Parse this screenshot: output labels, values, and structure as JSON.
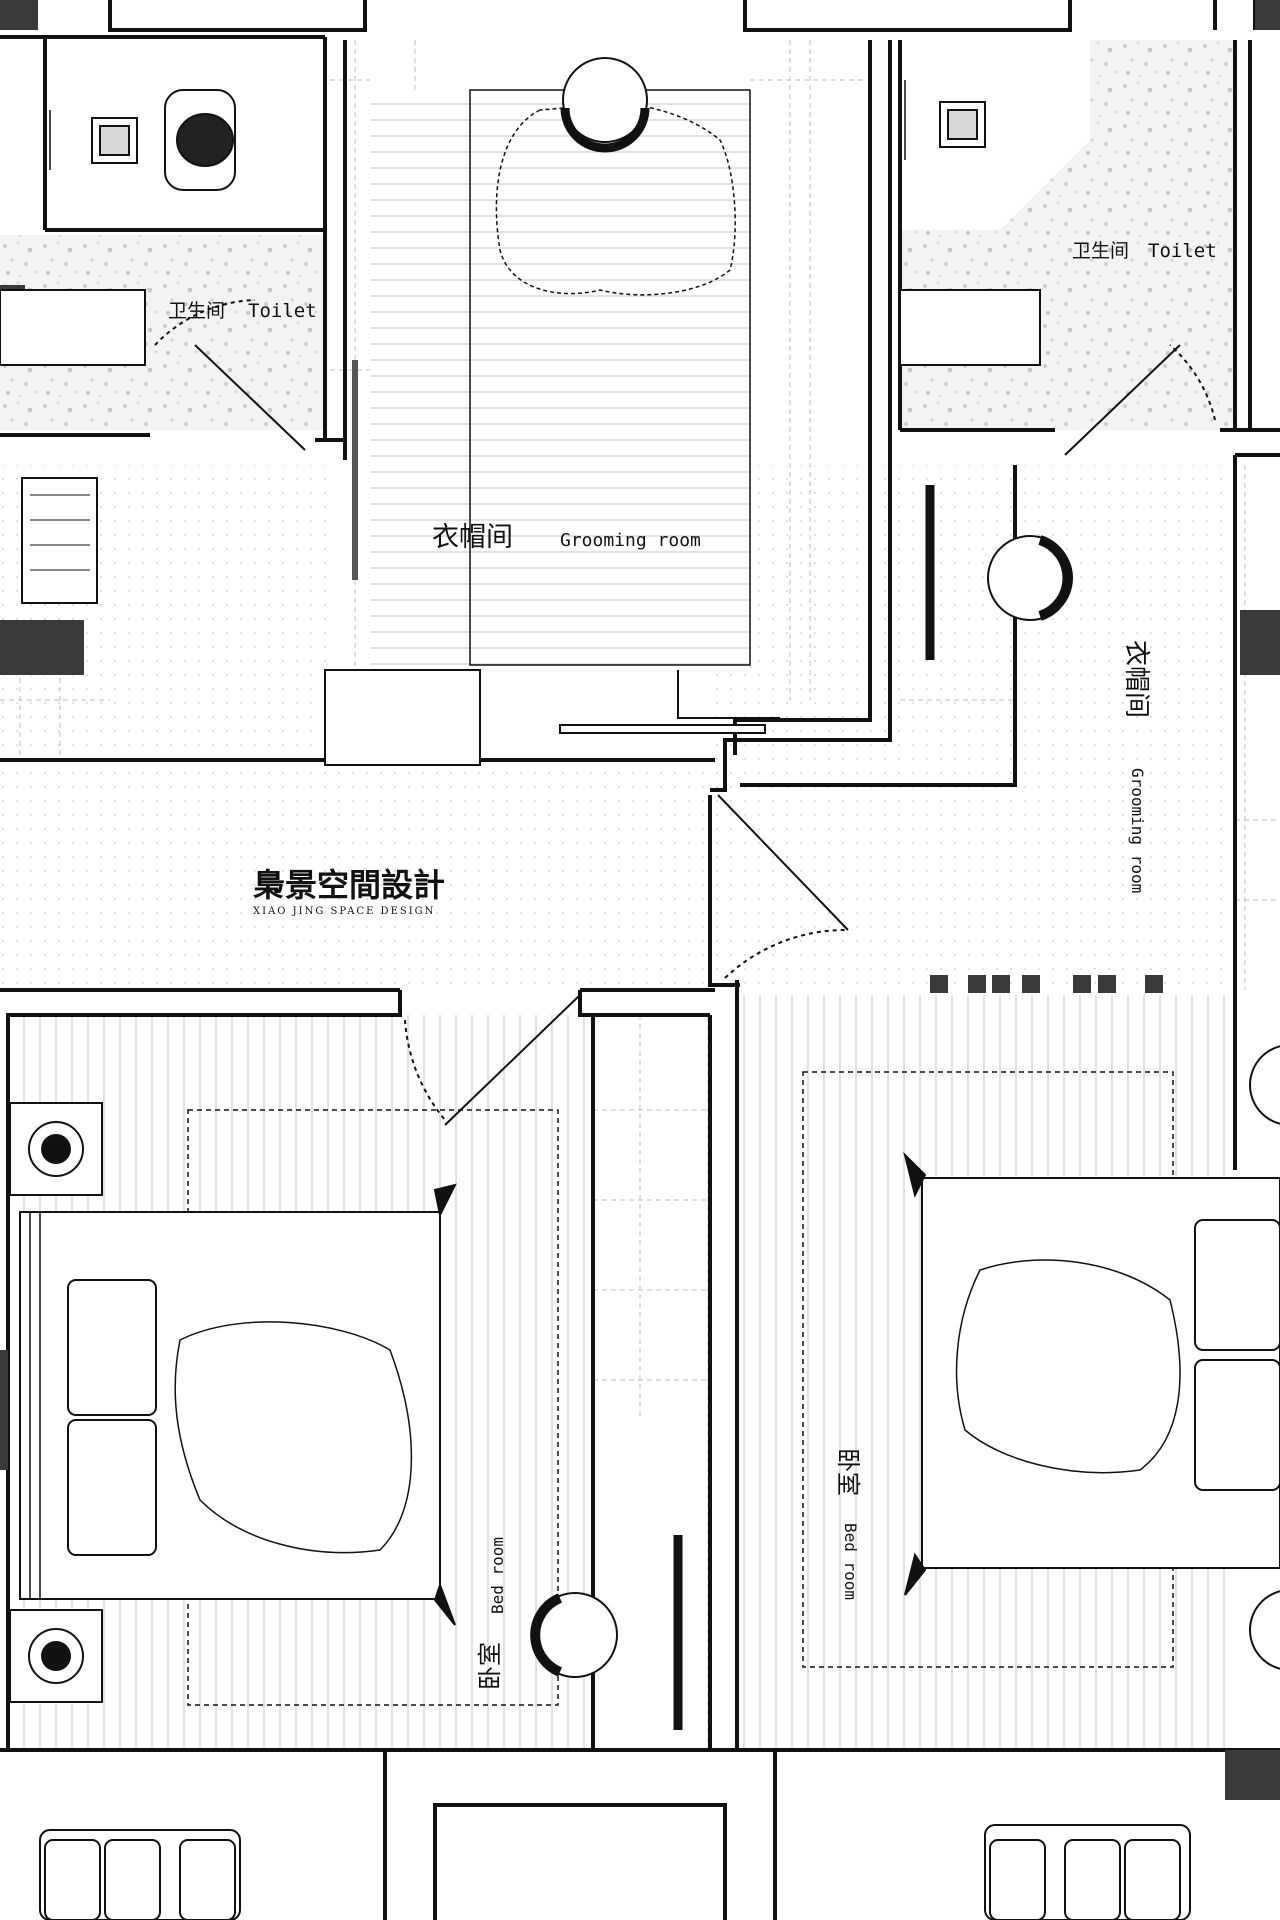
{
  "brand": {
    "name": "梟景空間設計",
    "subtitle": "XIAO JING SPACE DESIGN"
  },
  "rooms": {
    "toilet_left": {
      "zh": "卫生间",
      "en": "Toilet"
    },
    "toilet_right": {
      "zh": "卫生间",
      "en": "Toilet"
    },
    "grooming_center": {
      "zh": "衣帽间",
      "en": "Grooming room"
    },
    "grooming_right": {
      "zh": "衣帽间",
      "en": "Grooming room"
    },
    "bedroom_left": {
      "zh": "卧室",
      "en": "Bed room"
    },
    "bedroom_right": {
      "zh": "卧室",
      "en": "Bed room"
    }
  },
  "colors": {
    "ink": "#111111",
    "wall_fill": "#3a3a3a",
    "terrazzo": "#e6e6e6",
    "floor_line": "#cfcfcf"
  }
}
